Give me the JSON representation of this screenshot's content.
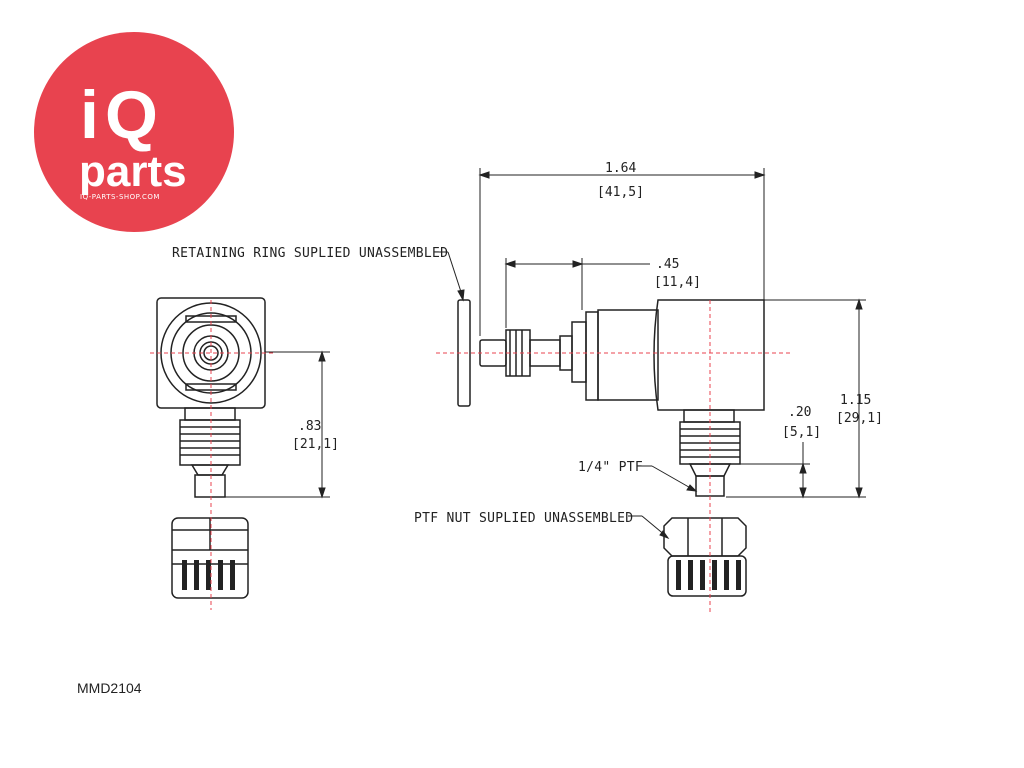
{
  "logo": {
    "brand_i": "i",
    "brand_q": "Q",
    "brand_parts": "parts",
    "url": "IQ-PARTS-SHOP.COM",
    "bg_color": "#e8434f"
  },
  "callouts": {
    "retaining_ring": "RETAINING RING SUPLIED UNASSEMBLED",
    "ptf_nut": "PTF NUT SUPLIED UNASSEMBLED",
    "thread": "1/4\" PTF"
  },
  "dimensions": {
    "overall_length": {
      "inch": "1.64",
      "mm": "[41,5]"
    },
    "stem_length": {
      "inch": ".45",
      "mm": "[11,4]"
    },
    "overall_height": {
      "inch": "1.15",
      "mm": "[29,1]"
    },
    "thread_height": {
      "inch": ".20",
      "mm": "[5,1]"
    },
    "side_height": {
      "inch": ".83",
      "mm": "[21,1]"
    }
  },
  "part_code": "MMD2104",
  "colors": {
    "line": "#222222",
    "center": "#e8434f"
  }
}
